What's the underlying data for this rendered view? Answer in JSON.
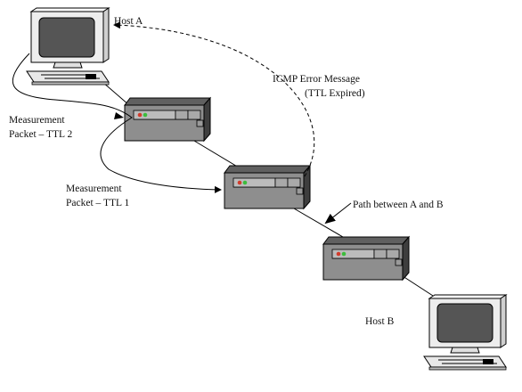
{
  "labels": {
    "host_a": "Host A",
    "host_b": "Host B",
    "icmp_line1": "ICMP Error Message",
    "icmp_line2": "(TTL Expired)",
    "meas2_line1": "Measurement",
    "meas2_line2": "Packet – TTL 2",
    "meas1_line1": "Measurement",
    "meas1_line2": "Packet – TTL 1",
    "path": "Path between A and B"
  },
  "colors": {
    "router_front": "#8e8e8e",
    "router_top": "#5f5f5f",
    "router_side": "#3d3d3d",
    "computer_body": "#e8e8e8",
    "screen": "#555555",
    "led_red": "#d23b2b",
    "led_green": "#3cbd3c"
  },
  "icons": [
    "computer-icon",
    "router-icon"
  ]
}
